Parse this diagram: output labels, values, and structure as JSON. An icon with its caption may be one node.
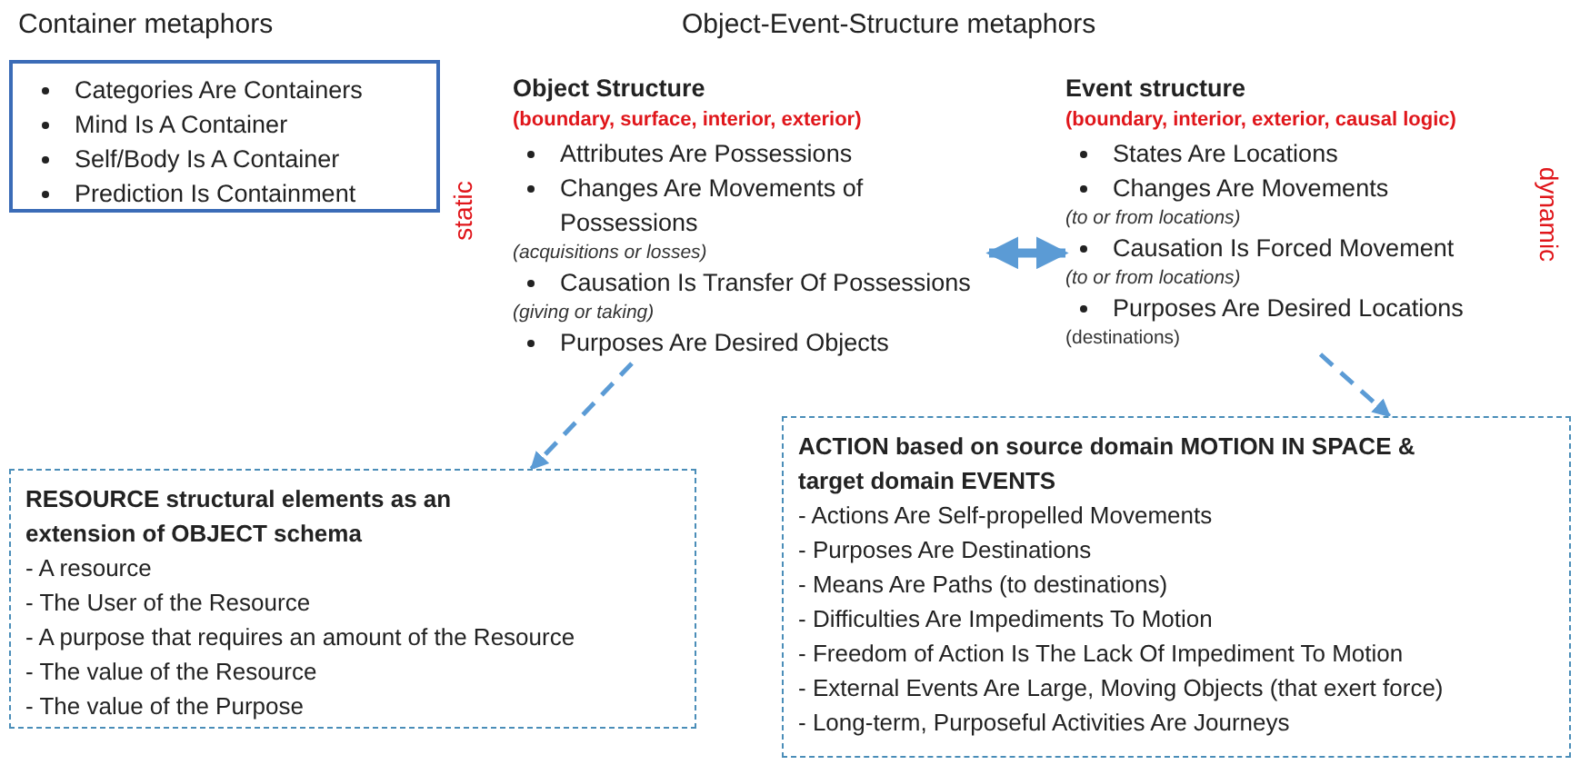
{
  "diagram": {
    "nodes": [
      {
        "text": [
          "Categories Are Containers",
          "Mind Is A Container",
          "Self/Body Is A Container",
          "Prediction Is Containment"
        ]
      },
      {
        "text": [
          "Object Structure",
          "(boundary, surface, interior, exterior)",
          "Attributes Are Possessions",
          "Changes Are Movements of Possessions",
          "(acquisitions or losses)",
          "Causation Is Transfer Of Possessions",
          "(giving or taking)",
          "Purposes Are Desired Objects"
        ]
      },
      {
        "text": [
          "Event structure",
          "(boundary, interior, exterior, causal logic)",
          "States Are Locations",
          "Changes Are Movements",
          "(to or from locations)",
          "Causation Is Forced Movement",
          "(to or from locations)",
          "Purposes Are Desired Locations",
          "(destinations)"
        ]
      },
      {
        "text": [
          "RESOURCE structural elements as an extension of OBJECT schema",
          "- A resource",
          "- The User of the Resource",
          "- A purpose that requires an amount of the Resource",
          "- The value of the Resource",
          "- The value of the Purpose"
        ]
      },
      {
        "text": [
          "ACTION based on source domain MOTION IN SPACE & target domain EVENTS",
          "- Actions Are Self-propelled Movements",
          "- Purposes Are Destinations",
          "- Means Are Paths (to destinations)",
          "- Difficulties Are Impediments To Motion",
          "- Freedom of Action Is The Lack Of Impediment To Motion",
          "- External Events Are Large, Moving Objects (that exert force)",
          "- Long-term, Purposeful Activities Are Journeys"
        ]
      }
    ],
    "edges": [
      {
        "from": 1,
        "to": 2,
        "arrow": "both",
        "style": "thick"
      },
      {
        "from": 1,
        "to": 3,
        "arrow": "to",
        "style": "dashed"
      },
      {
        "from": 2,
        "to": 4,
        "arrow": "to",
        "style": "dashed"
      }
    ],
    "labels": [
      "Container metaphors",
      "Object-Event-Structure metaphors",
      "static",
      "dynamic"
    ]
  }
}
